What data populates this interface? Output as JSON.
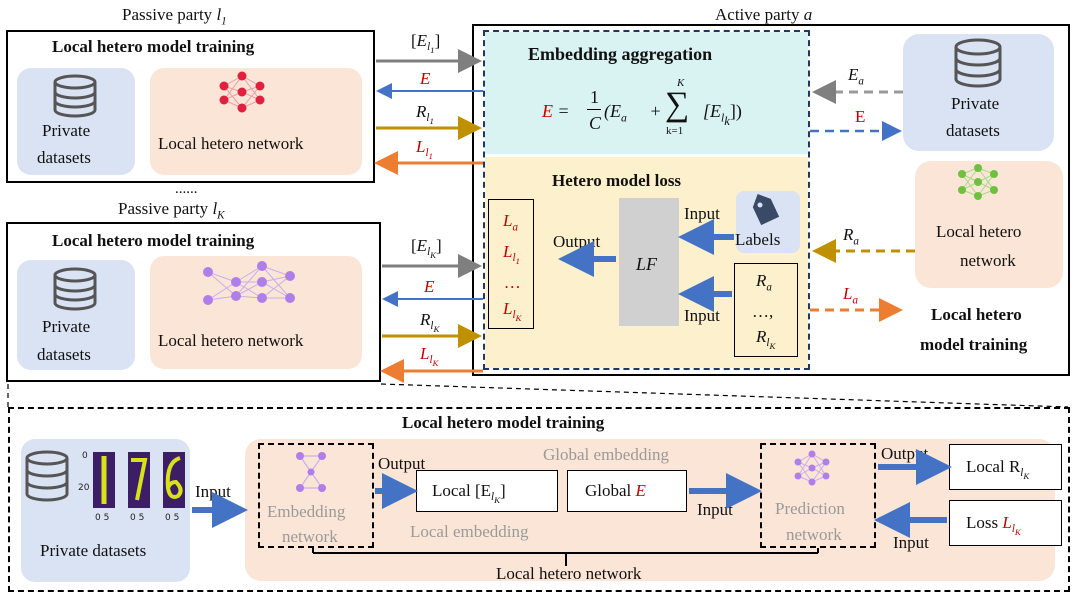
{
  "colors": {
    "gray_arrow": "#7f7f7f",
    "blue_arrow": "#4472c4",
    "gold_arrow": "#bf9000",
    "orange_arrow": "#ed7d31",
    "blue_panel": "#dae3f3",
    "peach_panel": "#fbe5d6",
    "teal_panel": "#d9f2f2",
    "yellow_panel": "#fdf0cc",
    "red_net": "#e0203c",
    "purple_net": "#b07ee8",
    "green_net": "#70c040"
  },
  "passive1": {
    "caption": "Passive party l1",
    "caption_main": "Passive party ",
    "caption_var": "l",
    "caption_sub": "1",
    "title": "Local hetero model training",
    "datasets_l1": "Private",
    "datasets_l2": "datasets",
    "network": "Local hetero network",
    "network_icon": "neural-network-icon (red)"
  },
  "dots": "......",
  "passiveK": {
    "caption_main": "Passive party ",
    "caption_var": "l",
    "caption_sub": "K",
    "title": "Local hetero model training",
    "datasets_l1": "Private",
    "datasets_l2": "datasets",
    "network": "Local hetero network",
    "network_icon": "neural-network-icon (purple)"
  },
  "active": {
    "caption_main": "Active party ",
    "caption_var": "a",
    "agg_title": "Embedding aggregation",
    "formula_E": "E",
    "formula_eq": " = ",
    "formula_frac_num": "1",
    "formula_frac_den": "C",
    "formula_body1": "(E",
    "formula_body1_sub": "a",
    "formula_plus": " + ",
    "formula_sum": "∑",
    "formula_sum_top": "K",
    "formula_sum_bot": "k=1",
    "formula_body2": "[E",
    "formula_body2_sub": "l",
    "formula_body2_subsub": "k",
    "formula_body2_end": "])",
    "loss_title": "Hetero model loss",
    "lf": "LF",
    "input1": "Input",
    "input2": "Input",
    "output": "Output",
    "labels": "Labels",
    "losses": [
      "La",
      "Ll1",
      "…",
      "LlK"
    ],
    "rvals_top": "Ra",
    "rvals_mid": "…,",
    "rvals_bot": "RlK",
    "right_datasets_l1": "Private",
    "right_datasets_l2": "datasets",
    "right_network_l1": "Local hetero",
    "right_network_l2": "network",
    "right_title_l1": "Local hetero",
    "right_title_l2": "model training"
  },
  "arrows_top": {
    "gray": "[El1]",
    "blue": "E",
    "gold": "Rl1",
    "orange": "Ll1"
  },
  "arrows_mid": {
    "gray": "[ElK]",
    "blue": "E",
    "gold": "RlK",
    "orange": "LlK"
  },
  "arrows_right": {
    "gray": "Ea",
    "blue": "E",
    "gold": "Ra",
    "orange": "La"
  },
  "bottom": {
    "title": "Local hetero model training",
    "datasets": "Private datasets",
    "input_left": "Input",
    "output_left": "Output",
    "embedding_network_l1": "Embedding",
    "embedding_network_l2": "network",
    "global_embedding": "Global embedding",
    "local_embedding": "Local embedding",
    "local_E": "Local [E",
    "global_E_prefix": "Global ",
    "global_E_var": "E",
    "input_mid": "Input",
    "prediction_network_l1": "Prediction",
    "prediction_network_l2": "network",
    "output_right": "Output",
    "input_right": "Input",
    "local_R": "Local R",
    "loss_prefix": "Loss ",
    "loss_var": "L",
    "network_caption": "Local hetero network",
    "mnist_digits": [
      "1",
      "7",
      "6"
    ],
    "mnist_ticks_y": [
      "0",
      "20"
    ],
    "mnist_ticks_x": [
      "0",
      "5"
    ]
  }
}
